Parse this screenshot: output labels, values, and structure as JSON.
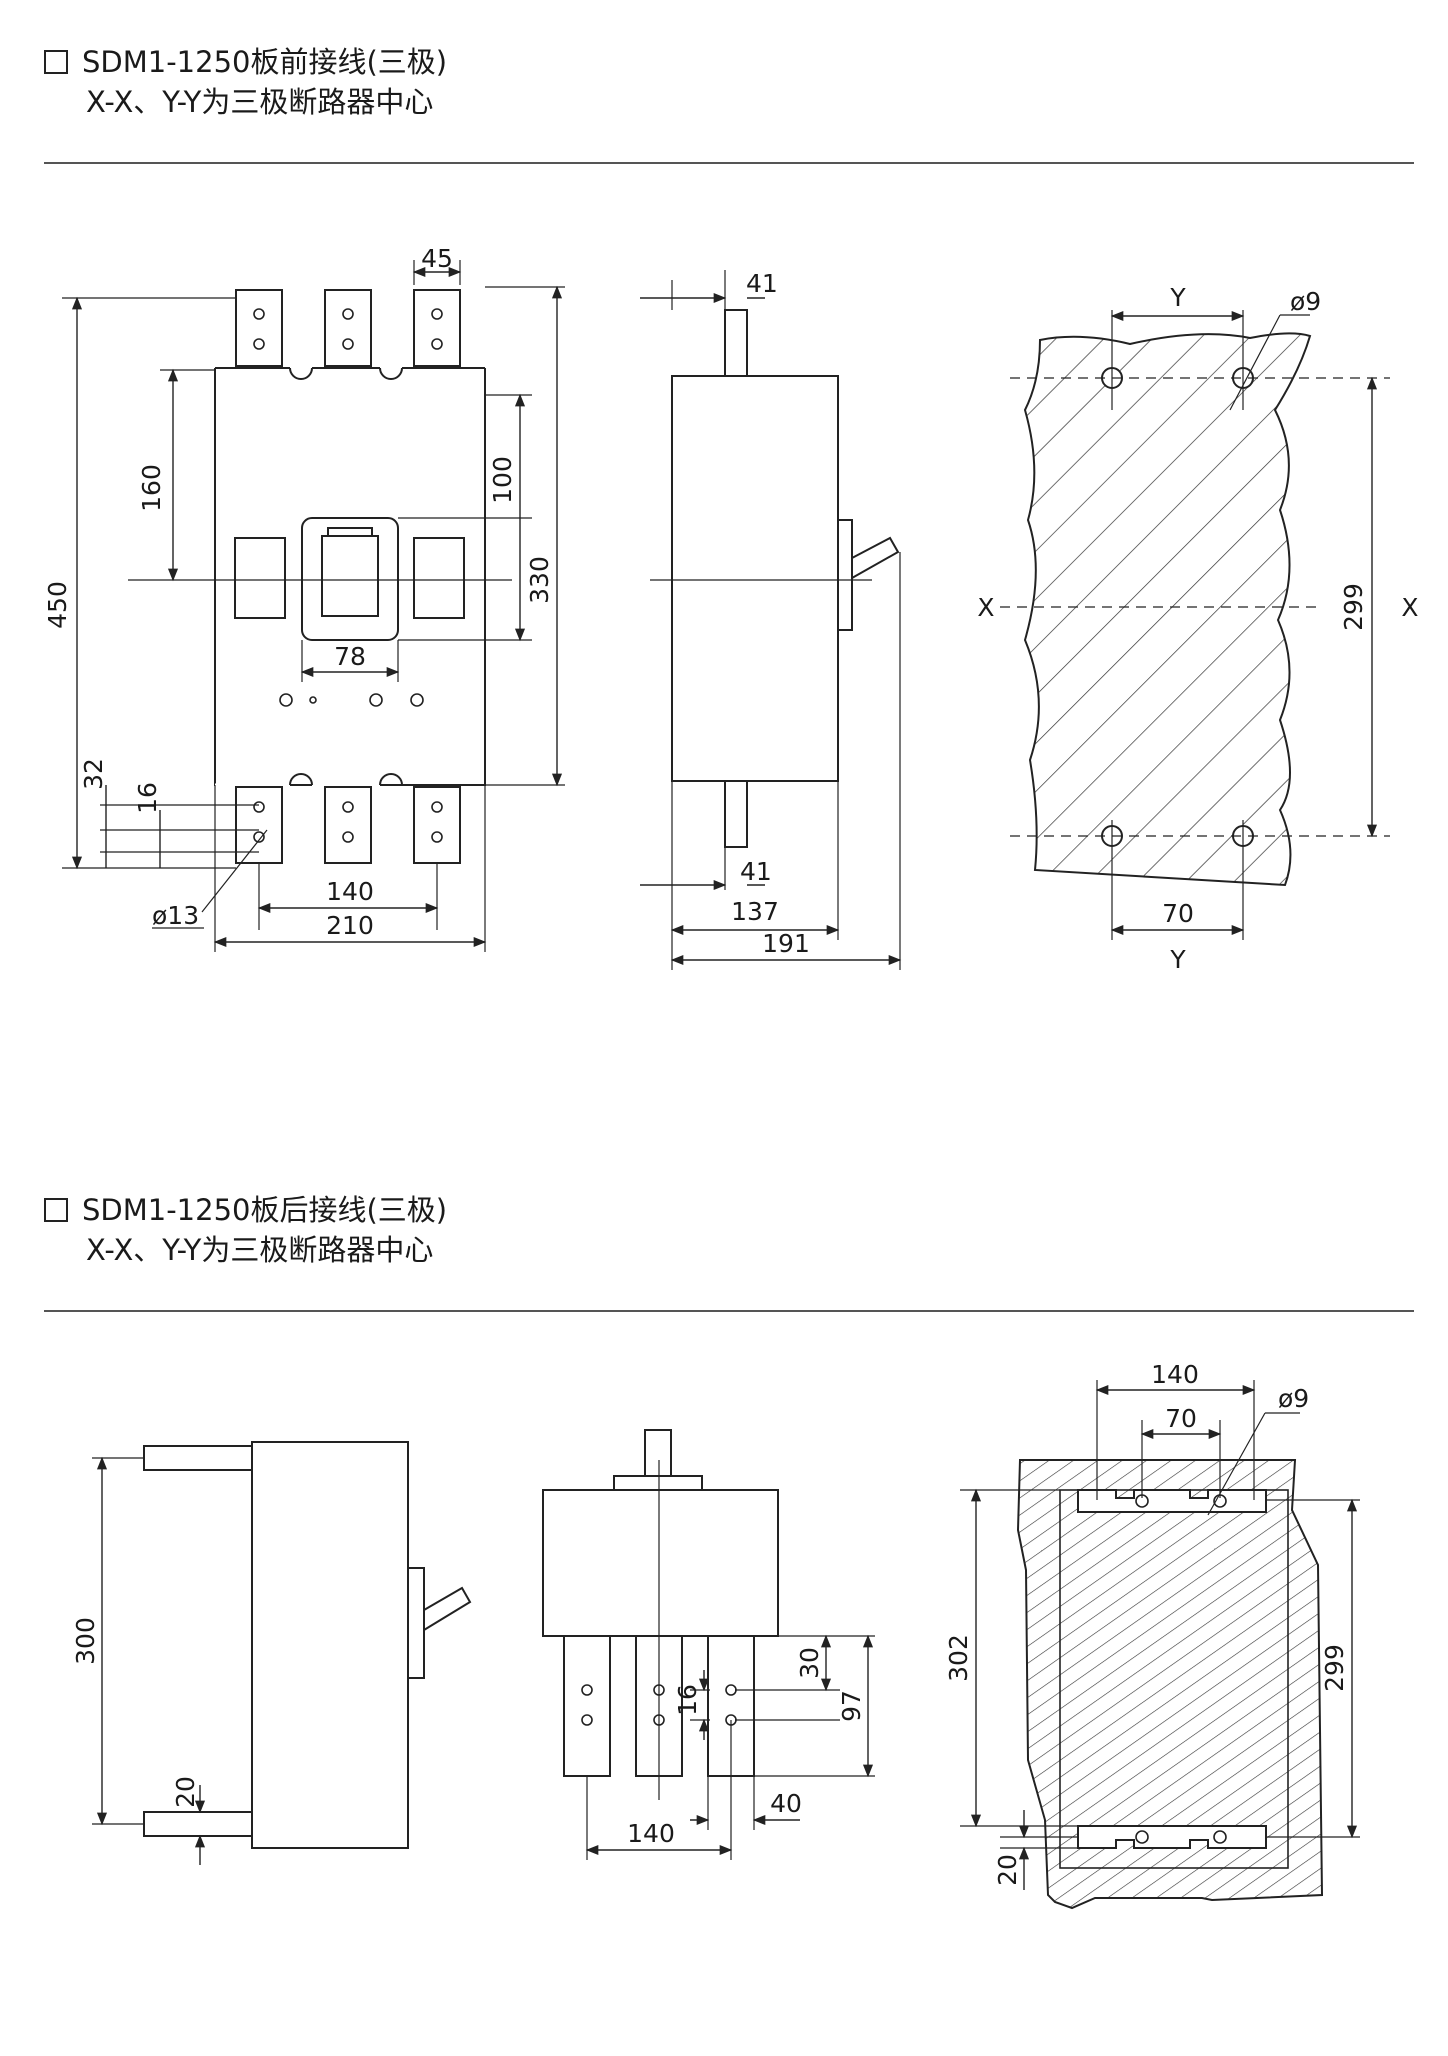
{
  "section1": {
    "title": "SDM1-1250板前接线(三极)",
    "subtitle": "X-X、Y-Y为三极断路器中心",
    "front_view": {
      "d_450": "450",
      "d_160": "160",
      "d_45": "45",
      "d_100": "100",
      "d_330": "330",
      "d_78": "78",
      "d_32": "32",
      "d_16": "16",
      "d_140": "140",
      "d_210": "210",
      "d_phi13": "ø13"
    },
    "side_view": {
      "d_41_top": "41",
      "d_41_bot": "41",
      "d_137": "137",
      "d_191": "191"
    },
    "mounting_view": {
      "label_y_top": "Y",
      "label_y_bot": "Y",
      "label_x_left": "X",
      "label_x_right": "X",
      "d_phi9": "ø9",
      "d_299": "299",
      "d_70": "70"
    }
  },
  "section2": {
    "title": "SDM1-1250板后接线(三极)",
    "subtitle": "X-X、Y-Y为三极断路器中心",
    "side_view": {
      "d_300": "300",
      "d_20": "20"
    },
    "front_view": {
      "d_30": "30",
      "d_97": "97",
      "d_16": "16",
      "d_40": "40",
      "d_140": "140"
    },
    "mounting_view": {
      "d_140": "140",
      "d_70": "70",
      "d_phi9": "ø9",
      "d_302": "302",
      "d_299": "299",
      "d_20": "20"
    }
  }
}
